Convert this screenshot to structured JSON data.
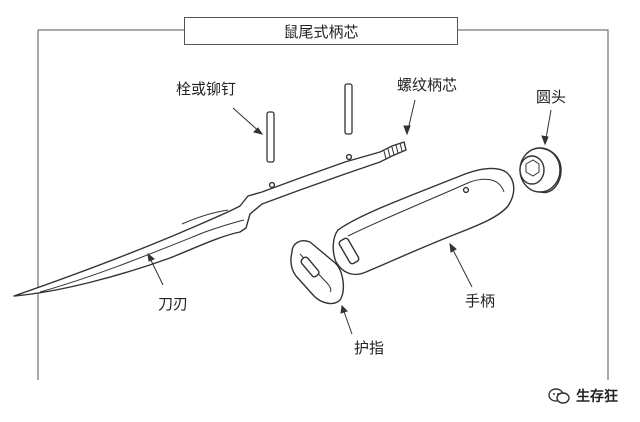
{
  "title": "鼠尾式柄芯",
  "labels": {
    "pin": "栓或铆钉",
    "threaded_tang": "螺纹柄芯",
    "pommel": "圆头",
    "blade": "刀刃",
    "handle": "手柄",
    "guard": "护指"
  },
  "watermark": "生存狂"
}
